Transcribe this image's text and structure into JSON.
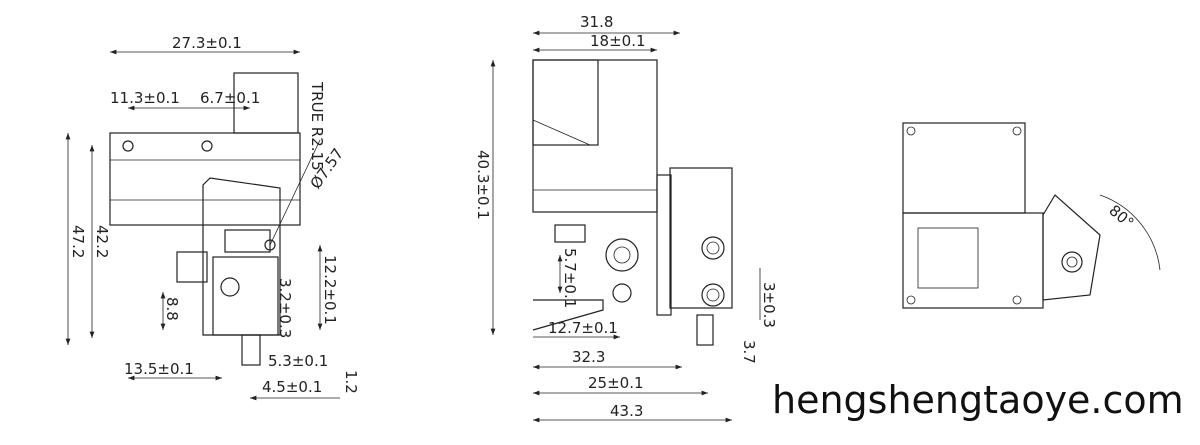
{
  "view_left": {
    "dims": [
      "27.3±0.1",
      "11.3±0.1",
      "6.7±0.1",
      "TRUE R2.15",
      "Ø7.57",
      "42.2",
      "47.2",
      "12.2±0.1",
      "3.2±0.3",
      "8.8",
      "13.5±0.1",
      "5.3±0.1",
      "4.5±0.1",
      "1.2"
    ]
  },
  "view_middle": {
    "dims": [
      "31.8",
      "18±0.1",
      "40.3±0.1",
      "5.7±0.1",
      "3±0.3",
      "12.7±0.1",
      "32.3",
      "3.7",
      "25±0.1",
      "43.3"
    ]
  },
  "view_right": {
    "angle": "80°"
  },
  "watermark": "hengshengtaoye.com",
  "colors": {
    "line": "#222222",
    "background": "#ffffff"
  }
}
